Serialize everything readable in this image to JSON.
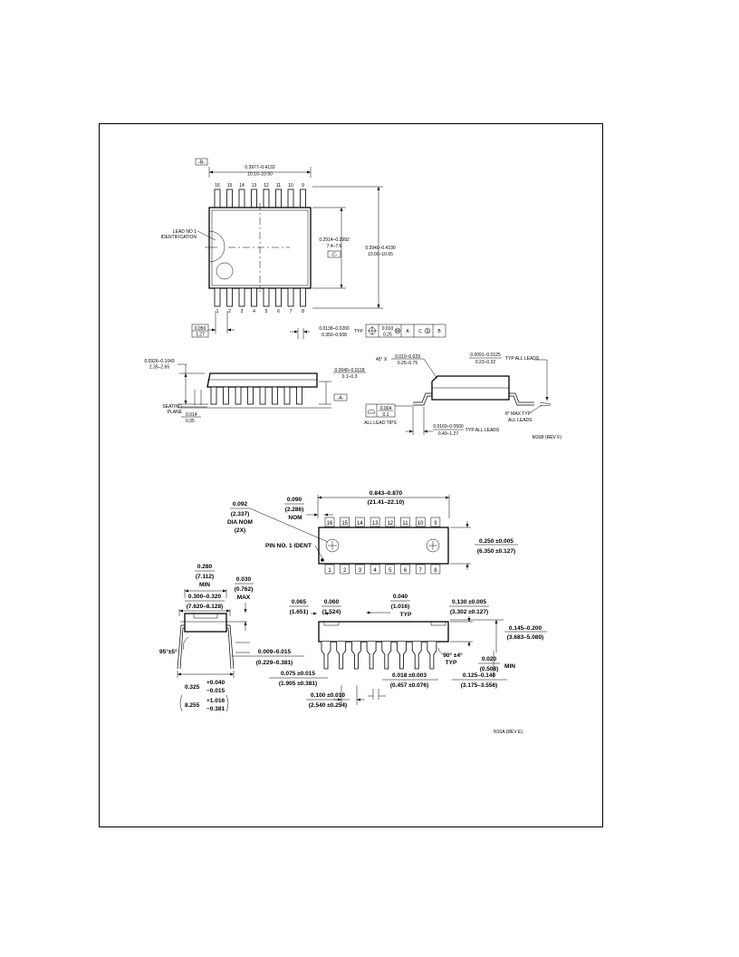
{
  "soic": {
    "datum_b": "-B-",
    "datum_c": "-C-",
    "datum_a": "-A-",
    "length_in": "0.3977–0.4133",
    "length_mm": "10.10–10.50",
    "top_pins": [
      "16",
      "15",
      "14",
      "13",
      "12",
      "11",
      "10",
      "9"
    ],
    "bottom_pins": [
      "1",
      "2",
      "3",
      "4",
      "5",
      "6",
      "7",
      "8"
    ],
    "lead1_line1": "LEAD NO 1",
    "lead1_line2": "IDENTIFICATION",
    "body_w_in": "0.2914–0.2992",
    "body_w_mm": "7.4–7.6",
    "total_w_in": "0.3940–0.4190",
    "total_w_mm": "10.00–10.65",
    "pitch_in": "0.050",
    "pitch_mm": "1.27",
    "lead_w_in": "0.0138–0.0200",
    "lead_w_mm": "0.350–0.508",
    "typ": "TYP",
    "fcf_tol_in": "0.010",
    "fcf_tol_mm": "0.25",
    "fcf_m": "M",
    "fcf_a": "A",
    "fcf_c": "C",
    "fcf_s": "S",
    "fcf_b": "B",
    "height_in": "0.0926–0.1043",
    "height_mm": "2.35–2.65",
    "standoff_in": "0.0040–0.0118",
    "standoff_mm": "0.1–0.3",
    "seating1": "SEATING",
    "seating2": "PLANE",
    "lead_min_in": "0.014",
    "lead_min_mm": "0.35",
    "chamfer_pre": "45° X",
    "chamfer_in": "0.010–0.029",
    "chamfer_mm": "0.25–0.75",
    "lead_t_in": "0.0091–0.0125",
    "lead_t_mm": "0.23–0.32",
    "typ_all_leads": "TYP ALL LEADS",
    "copl_in": "0.004",
    "copl_mm": "0.1",
    "all_lead_tips": "ALL LEAD TIPS",
    "angle_max": "8° MAX TYP",
    "angle_leads": "ALL LEADS",
    "foot_in": "0.0160–0.0500",
    "foot_mm": "0.40–1.27",
    "foot_typ": "TYP ALL LEADS",
    "rev": "M16B (REV F)"
  },
  "dip": {
    "dia_in": "0.092",
    "dia_mm": "(2.337)",
    "dia_nom": "DIA NOM",
    "dia_2x": "(2X)",
    "nom_in": "0.090",
    "nom_mm": "(2.286)",
    "nom_label": "NOM",
    "len_in": "0.843–0.870",
    "len_mm": "(21.41–22.10)",
    "top_pins": [
      "16",
      "15",
      "14",
      "13",
      "12",
      "11",
      "10",
      "9"
    ],
    "bottom_pins": [
      "1",
      "2",
      "3",
      "4",
      "5",
      "6",
      "7",
      "8"
    ],
    "pin1": "PIN NO. 1 IDENT",
    "width_in": "0.250 ±0.005",
    "width_mm": "(6.350 ±0.127)",
    "row_in": "0.280",
    "row_mm": "(7.112)",
    "row_min": "MIN",
    "shoulder_in": "0.030",
    "shoulder_mm": "(0.762)",
    "shoulder_max": "MAX",
    "span_in": "0.300–0.320",
    "span_mm": "(7.620–8.128)",
    "angle": "95°±5°",
    "thick_in": "0.009–0.015",
    "thick_mm": "(0.229–0.381)",
    "spread_in": "0.325",
    "spread_tol_in_p": "+0.040",
    "spread_tol_in_m": "−0.015",
    "spread_mm": "8.255",
    "spread_tol_mm_p": "+1.016",
    "spread_tol_mm_m": "−0.381",
    "a_in": "0.065",
    "a_mm": "(1.651)",
    "b_in": "0.060",
    "b_mm": "(1.524)",
    "c_in": "0.040",
    "c_mm": "(1.016)",
    "c_typ": "TYP",
    "d_in": "0.130 ±0.005",
    "d_mm": "(3.302 ±0.127)",
    "e_in": "0.145–0.200",
    "e_mm": "(3.683–5.080)",
    "angle90": "90° ±4°",
    "angle90_typ": "TYP",
    "f_in": "0.020",
    "f_mm": "(0.508)",
    "f_min": "MIN",
    "g_in": "0.075 ±0.015",
    "g_mm": "(1.905 ±0.381)",
    "h_in": "0.018 ±0.003",
    "h_mm": "(0.457 ±0.076)",
    "i_in": "0.125–0.140",
    "i_mm": "(3.175–3.556)",
    "j_in": "0.100 ±0.010",
    "j_mm": "(2.540 ±0.254)",
    "rev": "N16A (REV E)"
  }
}
